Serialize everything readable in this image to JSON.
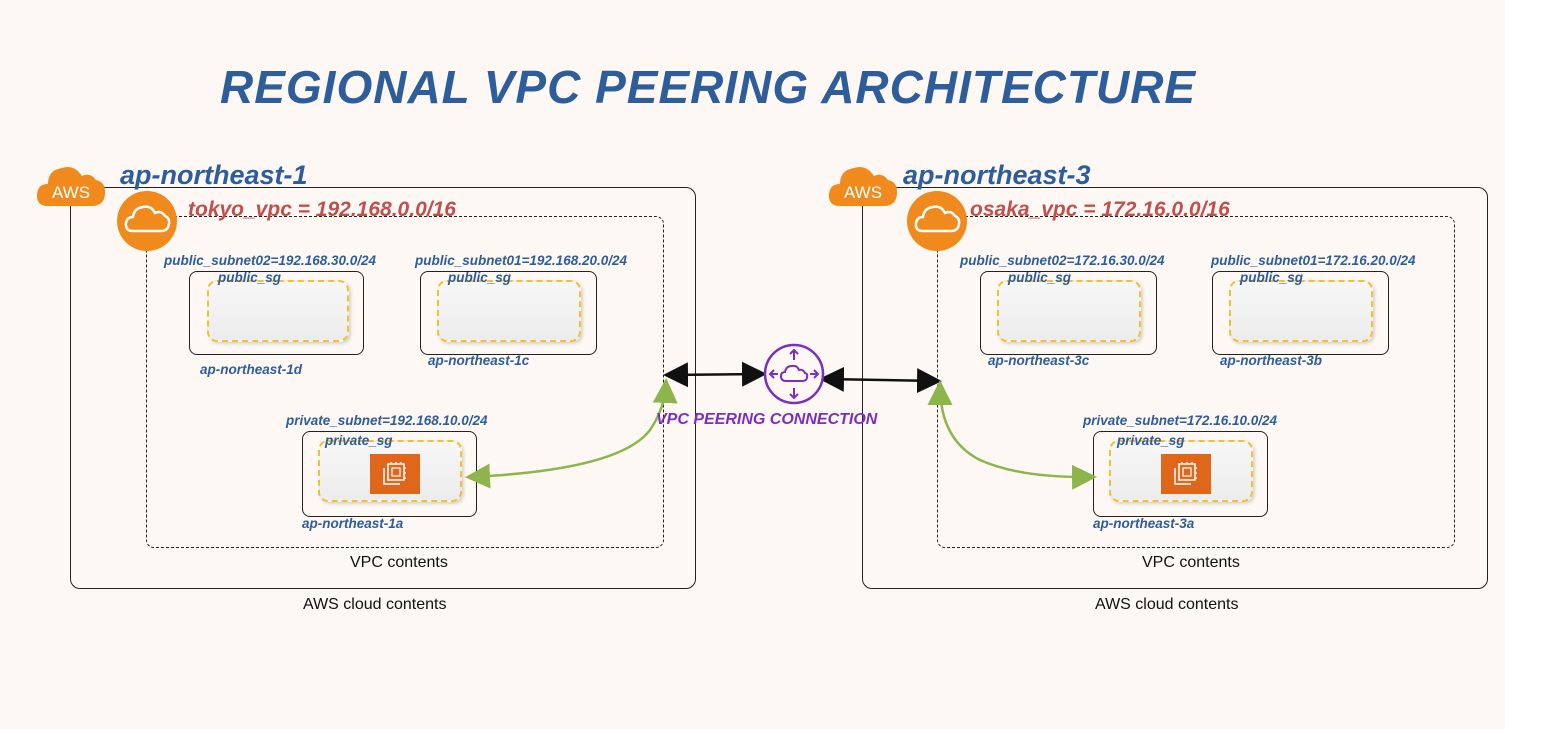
{
  "title": "REGIONAL VPC PEERING  ARCHITECTURE",
  "peering": {
    "label": "VPC PEERING CONNECTION",
    "color": "#7b2fbe"
  },
  "colors": {
    "title": "#2e5d9c",
    "vpc_label": "#c0504d",
    "aws_orange": "#f08a1c",
    "ec2_orange": "#e0661b",
    "sg_border": "#f2c12e",
    "link_green": "#8db54b"
  },
  "regions": [
    {
      "aws_badge": "AWS",
      "region": "ap-northeast-1",
      "vpc": "tokyo_vpc = 192.168.0.0/16",
      "public_subnets": [
        {
          "name": "public_subnet02=192.168.30.0/24",
          "sg": "public_sg",
          "az": "ap-northeast-1d"
        },
        {
          "name": "public_subnet01=192.168.20.0/24",
          "sg": "public_sg",
          "az": "ap-northeast-1c"
        }
      ],
      "private_subnet": {
        "name": "private_subnet=192.168.10.0/24",
        "sg": "private_sg",
        "az": "ap-northeast-1a",
        "icon": "ec2-instance-icon"
      },
      "vpc_caption": "VPC contents",
      "cloud_caption": "AWS cloud contents"
    },
    {
      "aws_badge": "AWS",
      "region": "ap-northeast-3",
      "vpc": "osaka_vpc = 172.16.0.0/16",
      "public_subnets": [
        {
          "name": "public_subnet02=172.16.30.0/24",
          "sg": "public_sg",
          "az": "ap-northeast-3c"
        },
        {
          "name": "public_subnet01=172.16.20.0/24",
          "sg": "public_sg",
          "az": "ap-northeast-3b"
        }
      ],
      "private_subnet": {
        "name": "private_subnet=172.16.10.0/24",
        "sg": "private_sg",
        "az": "ap-northeast-3a",
        "icon": "ec2-instance-icon"
      },
      "vpc_caption": "VPC contents",
      "cloud_caption": "AWS cloud contents"
    }
  ]
}
